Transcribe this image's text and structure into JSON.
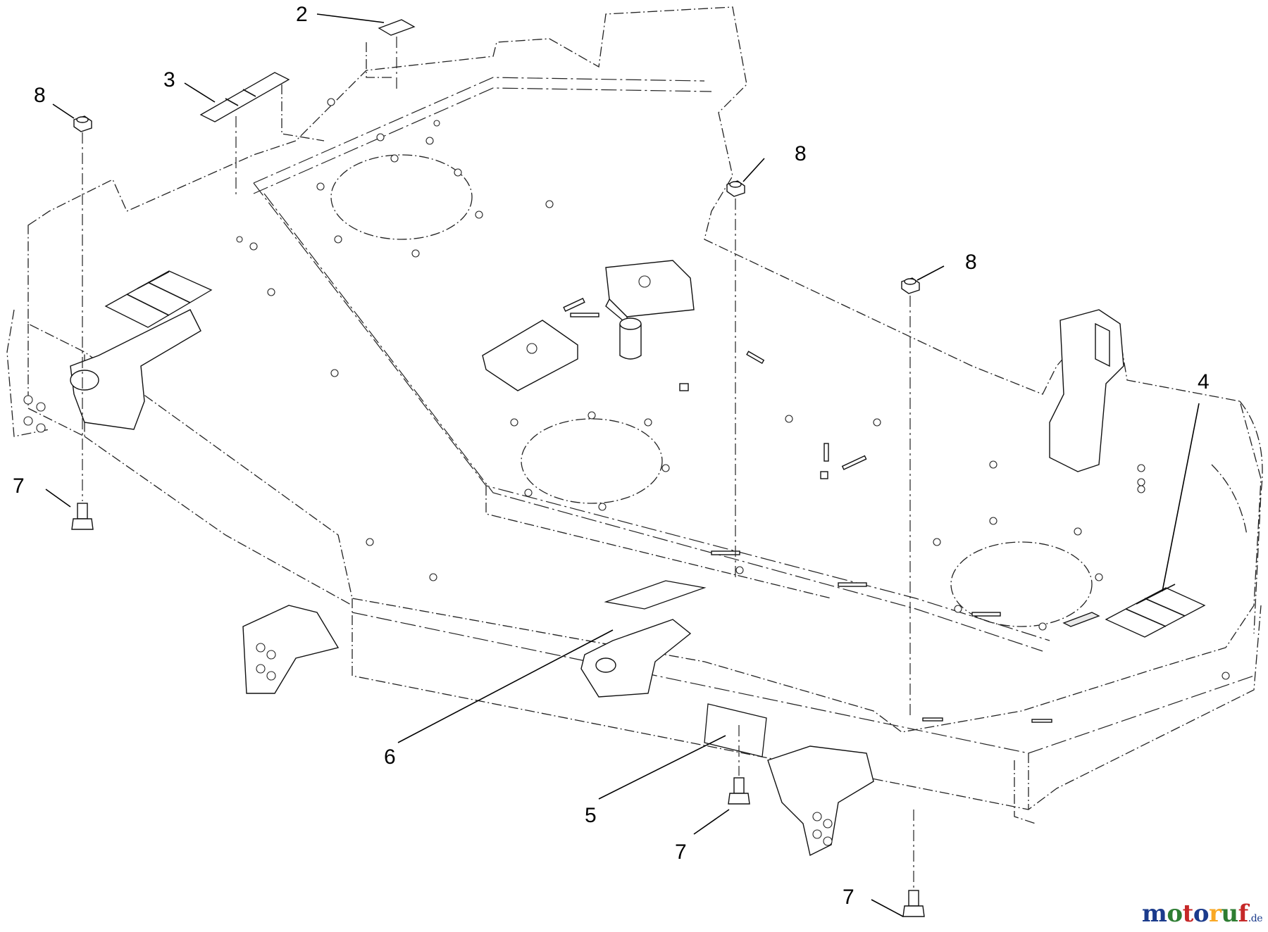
{
  "diagram": {
    "callouts": [
      "2",
      "3",
      "8",
      "8",
      "8",
      "7",
      "4",
      "6",
      "5",
      "7",
      "7"
    ]
  },
  "watermark": {
    "text": "motoruf",
    "suffix": ".de",
    "letter_colors": [
      "#1b3b8c",
      "#2e7d32",
      "#c62828",
      "#1b3b8c",
      "#f9a825",
      "#2e7d32",
      "#c62828"
    ]
  }
}
